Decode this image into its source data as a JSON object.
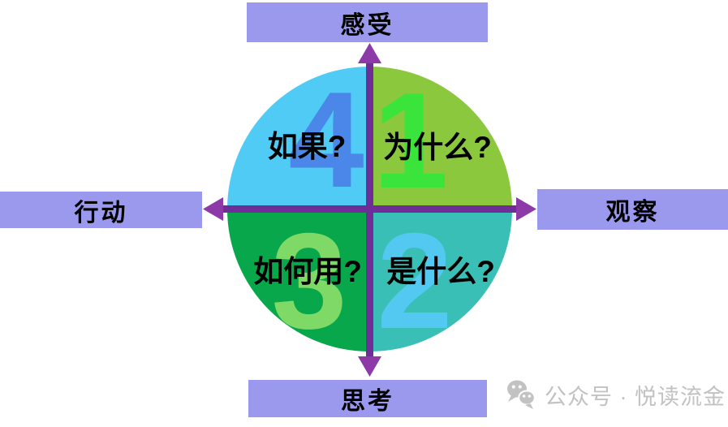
{
  "colors": {
    "background": "#FFFFFF",
    "label_box_bg": "#9A99EE",
    "label_text": "#000000",
    "divider_line": "#6F2E97",
    "arrow_head": "#8B3AA8",
    "question_text": "#000000",
    "watermark_gray": "#C2C2C2",
    "watermark_eye": "#FFFFFF"
  },
  "axis_labels": {
    "top": "感受",
    "right": "观察",
    "bottom": "思考",
    "left": "行动"
  },
  "quadrants": {
    "q1": {
      "number": "1",
      "question": "为什么?",
      "bg": "#8CC83E",
      "number_color": "#3BE43B",
      "position": "top-right"
    },
    "q2": {
      "number": "2",
      "question": "是什么?",
      "bg": "#3ABFB7",
      "number_color": "#53C9F2",
      "position": "bottom-right"
    },
    "q3": {
      "number": "3",
      "question": "如何用?",
      "bg": "#09A74B",
      "number_color": "#7ED966",
      "position": "bottom-left"
    },
    "q4": {
      "number": "4",
      "question": "如果?",
      "bg": "#50CBF5",
      "number_color": "#4A87E8",
      "position": "top-left"
    }
  },
  "watermark": {
    "icon": "wechat-icon",
    "text": "公众号 · 悦读流金"
  }
}
